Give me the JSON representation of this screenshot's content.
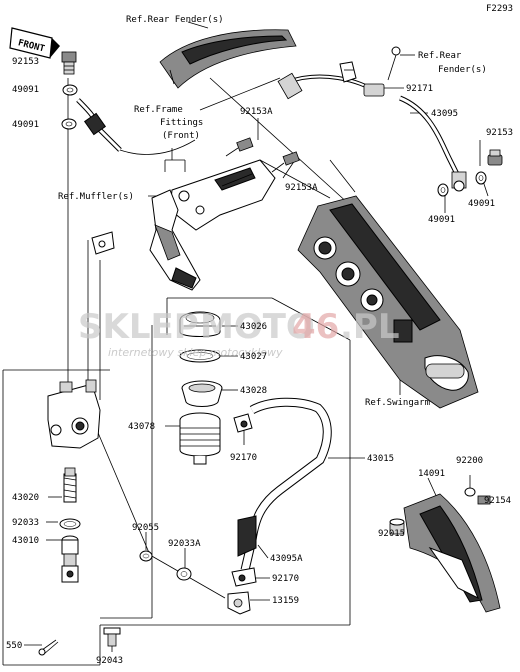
{
  "figure_code": "F2293",
  "front_badge": "FRONT",
  "watermark": {
    "brand_left": "SKLEP",
    "brand_right": "MOTO",
    "brand_num": "46",
    "brand_tld": ".PL",
    "tagline": "internetowy sklep motocyklowy"
  },
  "refs": {
    "rear_fender_top": "Ref.Rear Fender(s)",
    "rear_fender_right_1": "Ref.Rear",
    "rear_fender_right_2": "Fender(s)",
    "frame_fittings_1": "Ref.Frame",
    "frame_fittings_2": "Fittings",
    "frame_fittings_3": "(Front)",
    "muffler": "Ref.Muffler(s)",
    "swingarm": "Ref.Swingarm"
  },
  "parts": {
    "p92153_left": "92153",
    "p49091_a": "49091",
    "p49091_b": "49091",
    "p92153A_top": "92153A",
    "p92153A_mid": "92153A",
    "p92171": "92171",
    "p43095": "43095",
    "p92153_right": "92153",
    "p49091_right": "49091",
    "p49091_center": "49091",
    "p43026": "43026",
    "p43027": "43027",
    "p43028": "43028",
    "p43078": "43078",
    "p92170_a": "92170",
    "p43015": "43015",
    "p43020": "43020",
    "p92033": "92033",
    "p43010": "43010",
    "p92055": "92055",
    "p92033A": "92033A",
    "p43095A": "43095A",
    "p92170_b": "92170",
    "p13159": "13159",
    "p550": "550",
    "p92043": "92043",
    "p14091": "14091",
    "p92200": "92200",
    "p92154": "92154",
    "p92015": "92015"
  }
}
